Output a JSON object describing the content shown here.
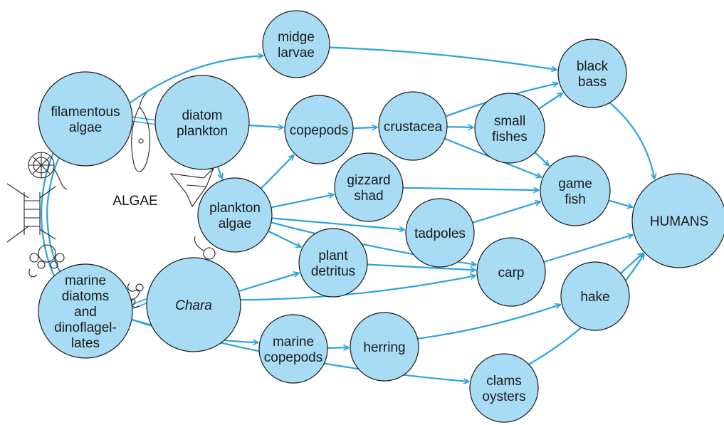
{
  "colors": {
    "node_fill": "#a8dcf4",
    "edge": "#29a3e0",
    "outline": "#1a1a1a"
  },
  "center_label": "ALGAE",
  "nodes": {
    "midge": {
      "lines": [
        "midge",
        "larvae"
      ]
    },
    "filament": {
      "lines": [
        "filamentous",
        "algae"
      ]
    },
    "diatom": {
      "lines": [
        "diatom",
        "plankton"
      ]
    },
    "copepods": {
      "lines": [
        "copepods"
      ]
    },
    "crustacea": {
      "lines": [
        "crustacea"
      ]
    },
    "smallfish": {
      "lines": [
        "small",
        "fishes"
      ]
    },
    "blackbass": {
      "lines": [
        "black",
        "bass"
      ]
    },
    "gizzard": {
      "lines": [
        "gizzard",
        "shad"
      ]
    },
    "gamefish": {
      "lines": [
        "game",
        "fish"
      ]
    },
    "plankalgae": {
      "lines": [
        "plankton",
        "algae"
      ]
    },
    "tadpoles": {
      "lines": [
        "tadpoles"
      ]
    },
    "humans": {
      "lines": [
        "HUMANS"
      ]
    },
    "detritus": {
      "lines": [
        "plant",
        "detritus"
      ]
    },
    "carp": {
      "lines": [
        "carp"
      ]
    },
    "marine": {
      "lines": [
        "marine",
        "diatoms",
        "and",
        "dinoflagel-",
        "lates"
      ]
    },
    "chara": {
      "lines": [
        "Chara"
      ],
      "italic": true
    },
    "hake": {
      "lines": [
        "hake"
      ]
    },
    "mcopepods": {
      "lines": [
        "marine",
        "copepods"
      ]
    },
    "herring": {
      "lines": [
        "herring"
      ]
    },
    "clams": {
      "lines": [
        "clams",
        "oysters"
      ]
    }
  },
  "edges": [
    [
      "filament",
      "midge"
    ],
    [
      "midge",
      "blackbass"
    ],
    [
      "filament",
      "diatom"
    ],
    [
      "diatom",
      "copepods"
    ],
    [
      "copepods",
      "crustacea"
    ],
    [
      "crustacea",
      "smallfish"
    ],
    [
      "crustacea",
      "blackbass"
    ],
    [
      "crustacea",
      "gamefish"
    ],
    [
      "smallfish",
      "blackbass"
    ],
    [
      "smallfish",
      "gamefish"
    ],
    [
      "diatom",
      "plankalgae"
    ],
    [
      "plankalgae",
      "copepods"
    ],
    [
      "plankalgae",
      "gizzard"
    ],
    [
      "plankalgae",
      "tadpoles"
    ],
    [
      "plankalgae",
      "detritus"
    ],
    [
      "plankalgae",
      "carp"
    ],
    [
      "gizzard",
      "gamefish"
    ],
    [
      "tadpoles",
      "gamefish"
    ],
    [
      "detritus",
      "carp"
    ],
    [
      "chara",
      "detritus"
    ],
    [
      "chara",
      "carp"
    ],
    [
      "marine",
      "mcopepods"
    ],
    [
      "mcopepods",
      "herring"
    ],
    [
      "herring",
      "hake"
    ],
    [
      "marine",
      "clams"
    ],
    [
      "blackbass",
      "humans"
    ],
    [
      "gamefish",
      "humans"
    ],
    [
      "carp",
      "humans"
    ],
    [
      "hake",
      "humans"
    ],
    [
      "clams",
      "humans"
    ]
  ]
}
